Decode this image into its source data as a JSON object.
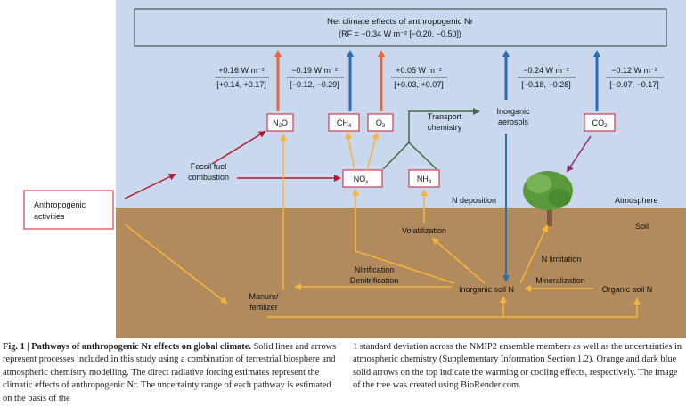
{
  "net_effect": {
    "title": "Net climate effects of anthropogenic Nr",
    "value": "(RF = −0.34 W m⁻² [−0.20, −0.50])"
  },
  "pathways": [
    {
      "value": "+0.16 W m⁻²",
      "range": "[+0.14, +0.17]",
      "effect": "warming"
    },
    {
      "value": "−0.19 W m⁻²",
      "range": "[−0.12, −0.29]",
      "effect": "cooling"
    },
    {
      "value": "+0.05 W m⁻²",
      "range": "[+0.03, +0.07]",
      "effect": "warming"
    },
    {
      "value": "−0.24 W m⁻²",
      "range": "[−0.18, −0.28]",
      "effect": "cooling"
    },
    {
      "value": "−0.12 W m⁻²",
      "range": "[−0.07, −0.17]",
      "effect": "cooling"
    }
  ],
  "gases": {
    "n2o": {
      "main": "N",
      "sub": "2",
      "tail": "O"
    },
    "ch4": {
      "main": "CH",
      "sub": "4",
      "tail": ""
    },
    "o3": {
      "main": "O",
      "sub": "3",
      "tail": ""
    },
    "co2": {
      "main": "CO",
      "sub": "2",
      "tail": ""
    },
    "nox": {
      "main": "NO",
      "sub": "x",
      "tail": ""
    },
    "nh3": {
      "main": "NH",
      "sub": "3",
      "tail": ""
    }
  },
  "labels": {
    "anthropogenic_activities": [
      "Anthropogenic",
      "activities"
    ],
    "fossil_fuel": [
      "Fossil fuel",
      "combustion"
    ],
    "transport_chemistry": [
      "Transport",
      "chemistry"
    ],
    "inorganic_aerosols": [
      "Inorganic",
      "aerosols"
    ],
    "n_deposition": "N deposition",
    "atmosphere": "Atmosphere",
    "soil": "Soil",
    "volatilization": "Volatilization",
    "n_limitation": "N limitation",
    "nitrification_denitrification": [
      "Nitrification",
      "Denitrification"
    ],
    "mineralization": "Mineralization",
    "manure_fertilizer": [
      "Manure/",
      "fertilizer"
    ],
    "inorganic_soil_n": "Inorganic soil N",
    "organic_soil_n": "Organic soil N"
  },
  "colors": {
    "sky": "#c9d8ee",
    "soil": "#b18a5e",
    "warming_arrow": "#e8663c",
    "cooling_arrow": "#2e6db0",
    "soil_flux_arrow": "#f6b43a",
    "anthropogenic_arrow": "#b01c2e",
    "aerosol_arrow": "#3a6d3a",
    "tree_arrow": "#8a2f6b",
    "box_border_red": "#c0212f",
    "tree_foliage": "#5b9a3c",
    "tree_trunk": "#7a5a3a"
  },
  "caption": {
    "left_lead": "Fig. 1 | Pathways of anthropogenic Nr effects on global climate.",
    "left_body": " Solid lines and arrows represent processes included in this study using a combination of terrestrial biosphere and atmospheric chemistry modelling. The direct radiative forcing estimates represent the climatic effects of anthropogenic Nr. The uncertainty range of each pathway is estimated on the basis of the",
    "right": "1 standard deviation across the NMIP2 ensemble members as well as the uncertainties in atmospheric chemistry (Supplementary Information Section 1.2). Orange and dark blue solid arrows on the top indicate the warming or cooling effects, respectively. The image of the tree was created using BioRender.com."
  }
}
